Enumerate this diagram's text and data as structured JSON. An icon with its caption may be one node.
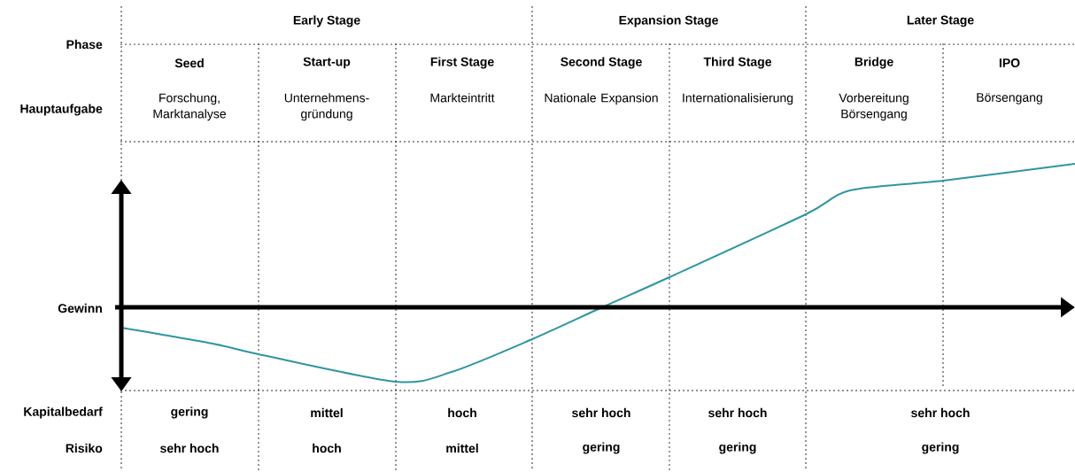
{
  "diagram": {
    "labels": [
      "Early Stage",
      "Expansion Stage",
      "Later Stage",
      "Phase",
      "Seed",
      "Start-up",
      "First Stage",
      "Second Stage",
      "Third Stage",
      "Bridge",
      "IPO",
      "Hauptaufgabe",
      "Forschung, Marktanalyse",
      "Unternehmens-gründung",
      "Markteintritt",
      "Nationale Expansion",
      "Internationalisierung",
      "Vorbereitung Börsengang",
      "Börsengang",
      "Gewinn",
      "Kapitalbedarf",
      "gering",
      "mittel",
      "hoch",
      "sehr hoch",
      "sehr hoch",
      "sehr hoch",
      "Risiko",
      "sehr hoch",
      "hoch",
      "mittel",
      "gering",
      "gering",
      "gering"
    ]
  }
}
